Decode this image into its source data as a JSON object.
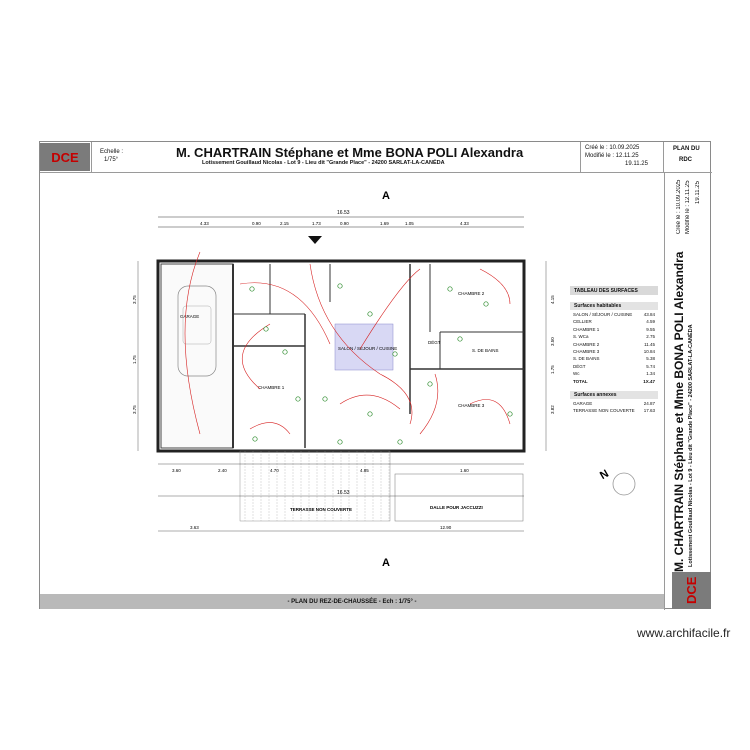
{
  "header": {
    "badge": "DCE",
    "scale_label": "Echelle :",
    "scale_value": "1/75°",
    "title": "M. CHARTRAIN Stéphane et Mme BONA POLI Alexandra",
    "subtitle": "Lotissement Gouillaud Nicolas - Lot 9 - Lieu dit \"Grande Place\" - 24200 SARLAT-LA-CANÉDA",
    "created": "Créé le : 10.09.2025",
    "modified_1": "Modifié le : 12.11.25",
    "modified_2": "19.11.25",
    "plan_label_1": "PLAN DU",
    "plan_label_2": "RDC"
  },
  "side_panel": {
    "badge": "DCE",
    "title": "M. CHARTRAIN Stéphane et Mme BONA POLI Alexandra",
    "subtitle": "Lotissement Gouillaud Nicolas - Lot 9 - Lieu dit \"Grande Place\" - 24200 SARLAT-LA-CANÉDA",
    "created": "Créé le : 10.09.2025",
    "modified": "Modifié le : 12.11.25",
    "modified_2": "19.11.25"
  },
  "surfaces": {
    "title": "TABLEAU DES SURFACES",
    "habitable_title": "Surfaces habitables",
    "habitable": [
      {
        "room": "SALON / SÉJOUR / CUISINE",
        "area": "43.84"
      },
      {
        "room": "CELLIER",
        "area": "4.59"
      },
      {
        "room": "CHAMBRE 1",
        "area": "9.55"
      },
      {
        "room": "S. WCa",
        "area": "2.75"
      },
      {
        "room": "CHAMBRE 2",
        "area": "11.45"
      },
      {
        "room": "CHAMBRE 3",
        "area": "10.84"
      },
      {
        "room": "S. DE BAINS",
        "area": "5.38"
      },
      {
        "room": "DÉGT",
        "area": "5.74"
      },
      {
        "room": "Wc",
        "area": "1.34"
      },
      {
        "room": "TOTAL",
        "area": "1X.47"
      }
    ],
    "annex_title": "Surfaces annexes",
    "annex": [
      {
        "room": "GARAGE",
        "area": "24.87"
      },
      {
        "room": "TERRASSE NON COUVERTE",
        "area": "17.63"
      }
    ]
  },
  "plan": {
    "section_marker": "A",
    "north": "N",
    "rooms": {
      "garage": "GARAGE",
      "salon": "SALON / SÉJOUR / CUISINE",
      "chambre1": "CHAMBRE 1",
      "chambre2": "CHAMBRE 2",
      "chambre3": "CHAMBRE 3",
      "sdb": "S. DE BAINS",
      "degt": "DÉGT",
      "terrasse": "TERRASSE NON COUVERTE",
      "dalle": "DALLE POUR JACCUZZI"
    },
    "dims_top": [
      "4.33",
      "0.90",
      "2.15",
      "1.73",
      "0.90",
      "1.69",
      "1.05",
      "4.33"
    ],
    "dim_total": "16.53",
    "dims_bottom": [
      "3.60",
      "2.40",
      "4.70",
      "4.85",
      "1.60"
    ],
    "dim_total_bottom": "16.53",
    "dims_bottom_2": [
      "3.63",
      "12.90"
    ],
    "dims_left": [
      "3.75",
      "1.75",
      "3.75"
    ],
    "dims_right": [
      "4.15",
      "3.50",
      "1.75",
      "3.82"
    ]
  },
  "footer": {
    "plan_title": "- PLAN DU REZ-DE-CHAUSSÉE - Ech : 1/75° -"
  },
  "watermark": "www.archifacile.fr"
}
